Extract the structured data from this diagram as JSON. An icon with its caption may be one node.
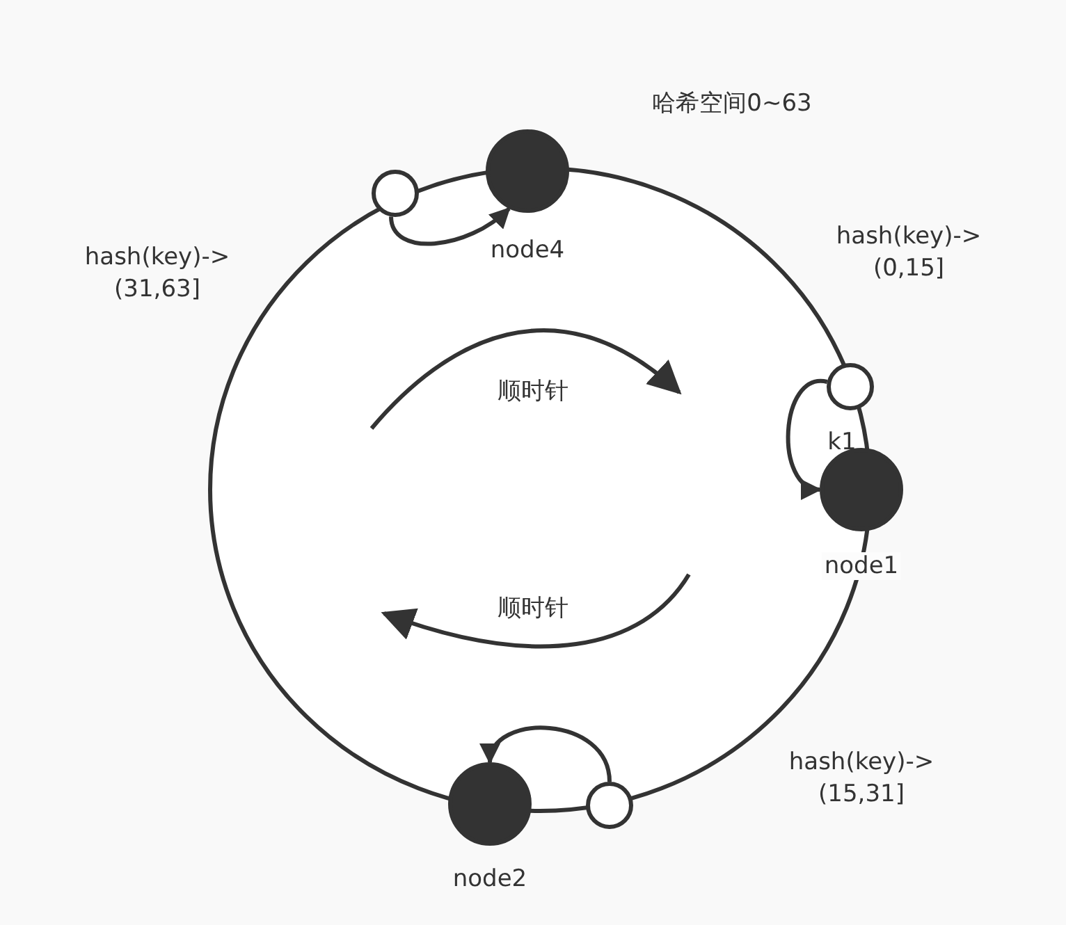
{
  "diagram": {
    "nodes": [
      {
        "text": [
          "node4"
        ]
      },
      {
        "text": [],
        "shape": "circle"
      },
      {
        "text": [
          "k1"
        ]
      },
      {
        "text": [
          "node1"
        ]
      },
      {
        "text": [
          "node2"
        ]
      },
      {
        "text": [],
        "shape": "circle"
      }
    ],
    "edges": [
      {
        "from": 1,
        "to": 0,
        "arrow": "to"
      },
      {
        "from": 2,
        "to": 3,
        "arrow": "to"
      },
      {
        "from": 5,
        "to": 4,
        "arrow": "to"
      }
    ],
    "labels": [
      "哈希空间0~63",
      "hash(key)-> (0,15]",
      "hash(key)-> (31,63]",
      "顺时针",
      "顺时针",
      "hash(key)-> (15,31]"
    ]
  }
}
